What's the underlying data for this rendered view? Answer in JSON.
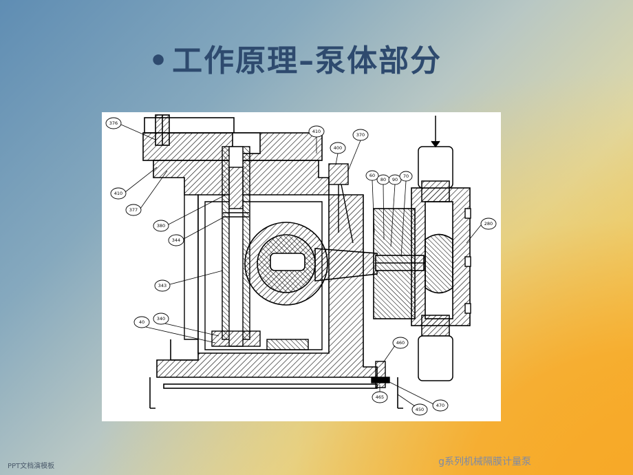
{
  "slide": {
    "bullet": "•",
    "title": "工作原理–泵体部分"
  },
  "footer": {
    "left": "PPT文档演模板",
    "right": "g系列机械隔膜计量泵"
  },
  "diagram": {
    "callouts": [
      "376",
      "410",
      "377",
      "410",
      "400",
      "370",
      "380",
      "344",
      "343",
      "60",
      "80",
      "90",
      "70",
      "280",
      "40",
      "340",
      "460",
      "465",
      "450",
      "470"
    ]
  }
}
